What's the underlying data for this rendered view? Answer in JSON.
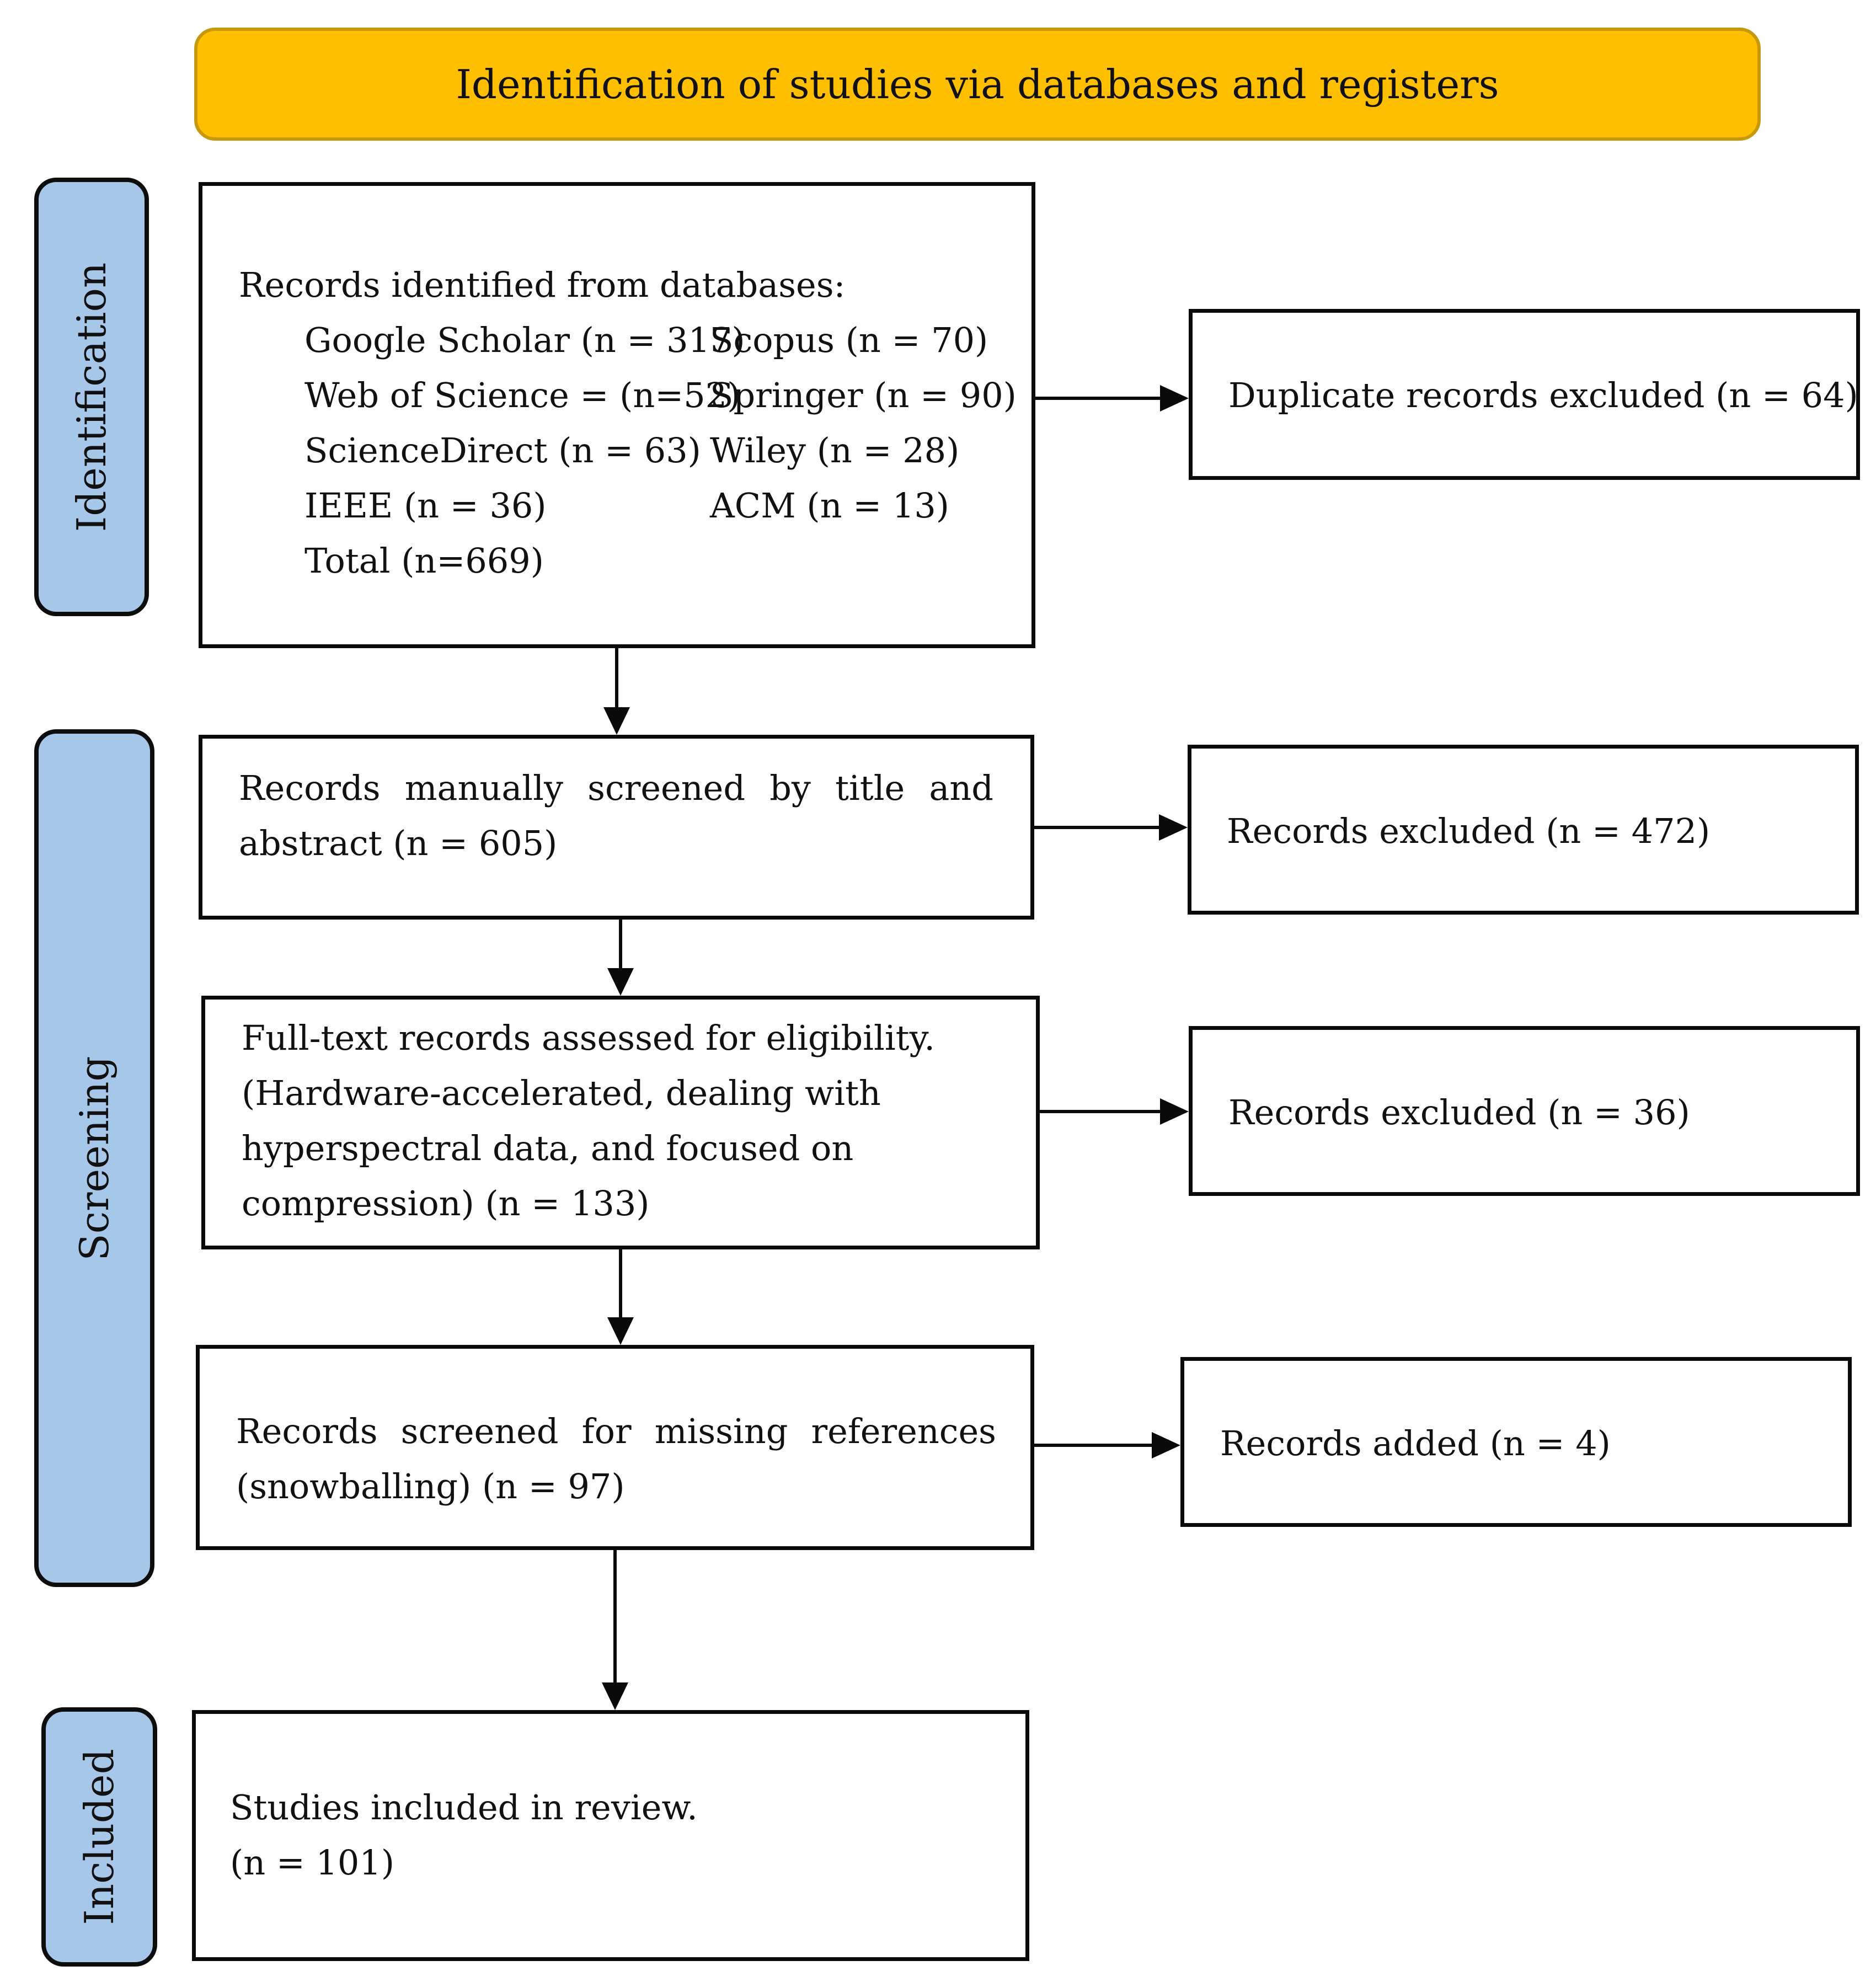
{
  "header": {
    "title": "Identification of studies via databases and registers"
  },
  "phases": {
    "identification": "Identification",
    "screening": "Screening",
    "included": "Included"
  },
  "identification_box": {
    "heading": "Records identified from databases:",
    "sources_left": [
      "Google Scholar (n = 317)",
      "Web of Science = (n=52)",
      "ScienceDirect (n = 63)",
      "IEEE (n = 36)"
    ],
    "sources_right": [
      "Scopus (n = 70)",
      "Springer (n = 90)",
      "Wiley (n = 28)",
      "ACM (n = 13)"
    ],
    "total": "Total (n=669)"
  },
  "duplicates_box": {
    "text": "Duplicate records excluded (n = 64)"
  },
  "screened_box": {
    "line1": "Records manually screened by title and",
    "line2": "abstract (n = 605)"
  },
  "excluded_box_1": {
    "text": "Records excluded (n = 472)"
  },
  "fulltext_box": {
    "line1": "Full-text records assessed for eligibility.",
    "line2": "(Hardware-accelerated, dealing with",
    "line3": "hyperspectral data, and focused on",
    "line4": "compression) (n = 133)"
  },
  "excluded_box_2": {
    "text": "Records excluded (n = 36)"
  },
  "snowball_box": {
    "line1": "Records screened for missing references",
    "line2": "(snowballing) (n = 97)"
  },
  "added_box": {
    "text": "Records added (n = 4)"
  },
  "included_box": {
    "line1": "Studies included in review.",
    "line2": "(n = 101)"
  }
}
